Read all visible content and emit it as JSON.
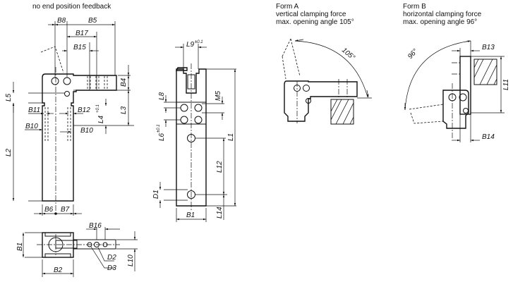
{
  "titles": {
    "main": "no end position feedback",
    "form_a": {
      "name": "Form A",
      "line1": "vertical clamping force",
      "line2": "max. opening angle 105°"
    },
    "form_b": {
      "name": "Form B",
      "line1": "horizontal clamping force",
      "line2": "max. opening angle 96°"
    }
  },
  "dimensions": {
    "side_view": [
      "B8",
      "B5",
      "B17",
      "B15",
      "B4",
      "L5",
      "L3",
      "B11",
      "B12",
      "L4",
      "B10",
      "B10",
      "L2",
      "B6",
      "B7"
    ],
    "front_view": [
      "L9",
      "L8",
      "M5",
      "L6",
      "L1",
      "L12",
      "D1",
      "L14",
      "B1"
    ],
    "top_view": [
      "B16",
      "B1",
      "D2",
      "D3",
      "L10",
      "B2"
    ],
    "form_a": [
      "105°"
    ],
    "form_b": [
      "96°",
      "B13",
      "L11",
      "B14"
    ]
  },
  "labels": {
    "B8": "B8",
    "B5": "B5",
    "B17": "B17",
    "B15": "B15",
    "B4": "B4",
    "L5": "L5",
    "L3": "L3",
    "B11": "B11",
    "B12": "B12",
    "L4": "L4",
    "L4_tol": "+0.1",
    "B10": "B10",
    "L2": "L2",
    "B6": "B6",
    "B7": "B7",
    "L9": "L9",
    "L9_tol": "±0.1",
    "L8": "L8",
    "M5": "M5",
    "L6": "L6",
    "L6_tol": "±0.1",
    "L1": "L1",
    "L12": "L12",
    "D1": "D1",
    "L14": "L14",
    "B1": "B1",
    "B16": "B16",
    "D2": "D2",
    "D3": "D3",
    "L10": "L10",
    "B2": "B2",
    "angle_a": "105°",
    "angle_b": "96°",
    "B13": "B13",
    "L11": "L11",
    "B14": "B14"
  }
}
